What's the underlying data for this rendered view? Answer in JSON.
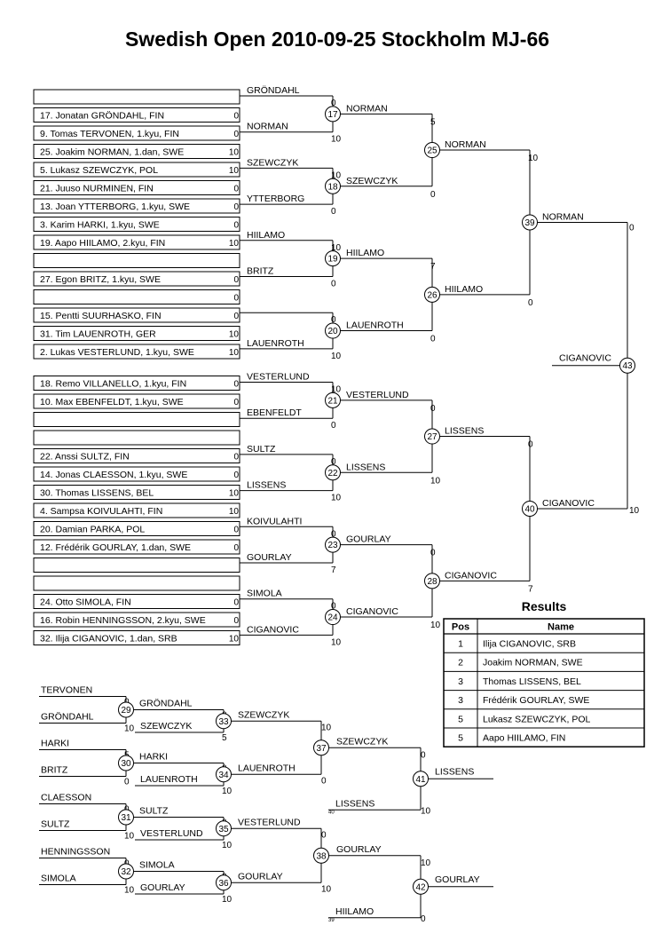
{
  "title": "Swedish Open  2010-09-25  Stockholm   MJ-66",
  "entries": [
    {
      "name": "",
      "score": ""
    },
    {
      "name": "17. Jonatan GRÖNDAHL, FIN",
      "score": "0"
    },
    {
      "name": "9. Tomas TERVONEN, 1.kyu, FIN",
      "score": "0"
    },
    {
      "name": "25. Joakim NORMAN, 1.dan, SWE",
      "score": "10"
    },
    {
      "name": "5. Lukasz SZEWCZYK, POL",
      "score": "10"
    },
    {
      "name": "21. Juuso NURMINEN, FIN",
      "score": "0"
    },
    {
      "name": "13. Joan YTTERBORG, 1.kyu, SWE",
      "score": "0"
    },
    {
      "name": "3. Karim HARKI, 1.kyu, SWE",
      "score": "0"
    },
    {
      "name": "19. Aapo HIILAMO, 2.kyu, FIN",
      "score": "10"
    },
    {
      "name": "",
      "score": ""
    },
    {
      "name": "27. Egon BRITZ, 1.kyu, SWE",
      "score": "0"
    },
    {
      "name": "",
      "score": "0"
    },
    {
      "name": "15. Pentti SUURHASKO, FIN",
      "score": "0"
    },
    {
      "name": "31. Tim LAUENROTH, GER",
      "score": "10"
    },
    {
      "name": "2. Lukas VESTERLUND, 1.kyu, SWE",
      "score": "10"
    },
    {
      "name": "18. Remo VILLANELLO, 1.kyu, FIN",
      "score": "0"
    },
    {
      "name": "10. Max EBENFELDT, 1.kyu, SWE",
      "score": "0"
    },
    {
      "name": "",
      "score": ""
    },
    {
      "name": "",
      "score": ""
    },
    {
      "name": "22. Anssi SULTZ, FIN",
      "score": "0"
    },
    {
      "name": "14. Jonas CLAESSON, 1.kyu, SWE",
      "score": "0"
    },
    {
      "name": "30. Thomas LISSENS, BEL",
      "score": "10"
    },
    {
      "name": "4. Sampsa KOIVULAHTI, FIN",
      "score": "10"
    },
    {
      "name": "20. Damian PARKA, POL",
      "score": "0"
    },
    {
      "name": "12. Frédérik GOURLAY, 1.dan, SWE",
      "score": "0"
    },
    {
      "name": "",
      "score": ""
    },
    {
      "name": "",
      "score": ""
    },
    {
      "name": "24. Otto SIMOLA, FIN",
      "score": "0"
    },
    {
      "name": "16. Robin HENNINGSSON, 2.kyu, SWE",
      "score": "0"
    },
    {
      "name": "32. Ilija CIGANOVIC, 1.dan, SRB",
      "score": "10"
    }
  ],
  "pair_labels": [
    "GRÖNDAHL",
    "NORMAN",
    "SZEWCZYK",
    "YTTERBORG",
    "HIILAMO",
    "BRITZ",
    "",
    "LAUENROTH",
    "VESTERLUND",
    "EBENFELDT",
    "SULTZ",
    "LISSENS",
    "KOIVULAHTI",
    "GOURLAY",
    "SIMOLA",
    "CIGANOVIC"
  ],
  "round2": [
    {
      "match": "17",
      "winner": "NORMAN",
      "top_score": "0",
      "bottom_score": "10"
    },
    {
      "match": "18",
      "winner": "SZEWCZYK",
      "top_score": "10",
      "bottom_score": "0"
    },
    {
      "match": "19",
      "winner": "HIILAMO",
      "top_score": "10",
      "bottom_score": "0"
    },
    {
      "match": "20",
      "winner": "LAUENROTH",
      "top_score": "0",
      "bottom_score": "10"
    },
    {
      "match": "21",
      "winner": "VESTERLUND",
      "top_score": "10",
      "bottom_score": "0"
    },
    {
      "match": "22",
      "winner": "LISSENS",
      "top_score": "0",
      "bottom_score": "10"
    },
    {
      "match": "23",
      "winner": "GOURLAY",
      "top_score": "0",
      "bottom_score": "7"
    },
    {
      "match": "24",
      "winner": "CIGANOVIC",
      "top_score": "0",
      "bottom_score": "10"
    }
  ],
  "round3": [
    {
      "match": "25",
      "winner": "NORMAN",
      "top_score": "5",
      "bottom_score": "0"
    },
    {
      "match": "26",
      "winner": "HIILAMO",
      "top_score": "7",
      "bottom_score": "0"
    },
    {
      "match": "27",
      "winner": "LISSENS",
      "top_score": "0",
      "bottom_score": "10"
    },
    {
      "match": "28",
      "winner": "CIGANOVIC",
      "top_score": "0",
      "bottom_score": "10"
    }
  ],
  "round4": [
    {
      "match": "39",
      "winner": "NORMAN",
      "top_score": "10",
      "bottom_score": "0"
    },
    {
      "match": "40",
      "winner": "CIGANOVIC",
      "top_score": "0",
      "bottom_score": "7"
    }
  ],
  "final": {
    "match": "43",
    "winner": "CIGANOVIC",
    "top_score": "0",
    "bottom_score": "10"
  },
  "repechage": [
    {
      "match": "29",
      "top": "TERVONEN",
      "bottom": "GRÖNDAHL",
      "winner": "GRÖNDAHL",
      "top_score": "0",
      "bottom_score": "10"
    },
    {
      "match": "30",
      "top": "HARKI",
      "bottom": "BRITZ",
      "winner": "HARKI",
      "top_score": "5",
      "bottom_score": "0"
    },
    {
      "match": "31",
      "top": "CLAESSON",
      "bottom": "SULTZ",
      "winner": "SULTZ",
      "top_score": "0",
      "bottom_score": "10"
    },
    {
      "match": "32",
      "top": "HENNINGSSON",
      "bottom": "SIMOLA",
      "winner": "SIMOLA",
      "top_score": "0",
      "bottom_score": "10"
    },
    {
      "match": "33",
      "top": "",
      "bottom": "SZEWCZYK",
      "winner": "SZEWCZYK",
      "top_score": "0",
      "bottom_score": "5"
    },
    {
      "match": "34",
      "top": "",
      "bottom": "LAUENROTH",
      "winner": "LAUENROTH",
      "top_score": "0",
      "bottom_score": "10"
    },
    {
      "match": "35",
      "top": "",
      "bottom": "VESTERLUND",
      "winner": "VESTERLUND",
      "top_score": "0",
      "bottom_score": "10"
    },
    {
      "match": "36",
      "top": "",
      "bottom": "GOURLAY",
      "winner": "GOURLAY",
      "top_score": "0",
      "bottom_score": "10"
    },
    {
      "match": "37",
      "top": "",
      "bottom": "",
      "winner": "SZEWCZYK",
      "top_score": "10",
      "bottom_score": "0"
    },
    {
      "match": "38",
      "top": "",
      "bottom": "",
      "winner": "GOURLAY",
      "top_score": "0",
      "bottom_score": "10"
    },
    {
      "match": "41",
      "top": "",
      "bottom": "LISSENS",
      "winner": "LISSENS",
      "top_score": "0",
      "bottom_score": "10",
      "bottom_tag": "40"
    },
    {
      "match": "42",
      "top": "",
      "bottom": "HIILAMO",
      "winner": "GOURLAY",
      "top_score": "10",
      "bottom_score": "0",
      "bottom_tag": "39"
    }
  ],
  "results": {
    "title": "Results",
    "headers": [
      "Pos",
      "Name"
    ],
    "rows": [
      {
        "pos": "1",
        "name": "Ilija CIGANOVIC, SRB"
      },
      {
        "pos": "2",
        "name": "Joakim NORMAN, SWE"
      },
      {
        "pos": "3",
        "name": "Thomas LISSENS, BEL"
      },
      {
        "pos": "3",
        "name": "Frédérik GOURLAY, SWE"
      },
      {
        "pos": "5",
        "name": "Lukasz SZEWCZYK, POL"
      },
      {
        "pos": "5",
        "name": "Aapo HIILAMO, FIN"
      }
    ]
  }
}
